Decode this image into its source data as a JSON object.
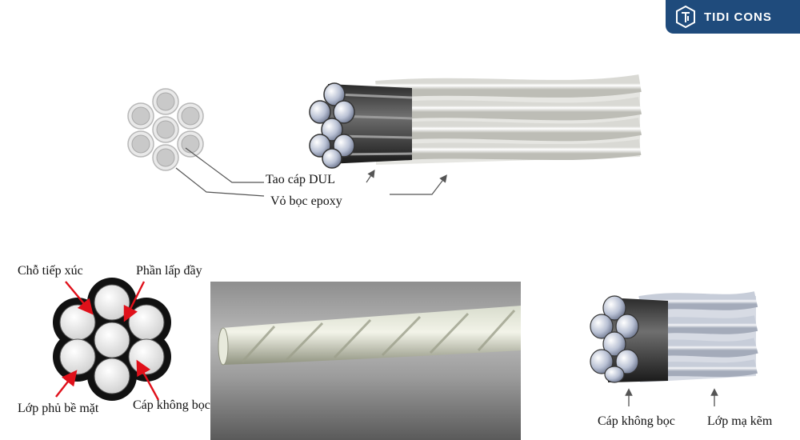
{
  "logo": {
    "text": "TIDI CONS",
    "icon": "tidi-cons-logo-icon",
    "color": "#1f4b7c"
  },
  "top_diagram": {
    "label_strand": "Tao cáp DUL",
    "label_coating": "Vỏ bọc epoxy"
  },
  "bottom_left_diagram": {
    "label_contact": "Chỗ tiếp xúc",
    "label_fill": "Phần lấp đầy",
    "label_surface": "Lớp phủ bề mặt",
    "label_bare": "Cáp không bọc"
  },
  "bottom_right_diagram": {
    "label_bare": "Cáp không bọc",
    "label_zinc": "Lớp mạ kẽm"
  },
  "colors": {
    "arrow_red": "#e0101a",
    "epoxy_white": "#eeeeea",
    "steel": "#9aa3b2"
  }
}
